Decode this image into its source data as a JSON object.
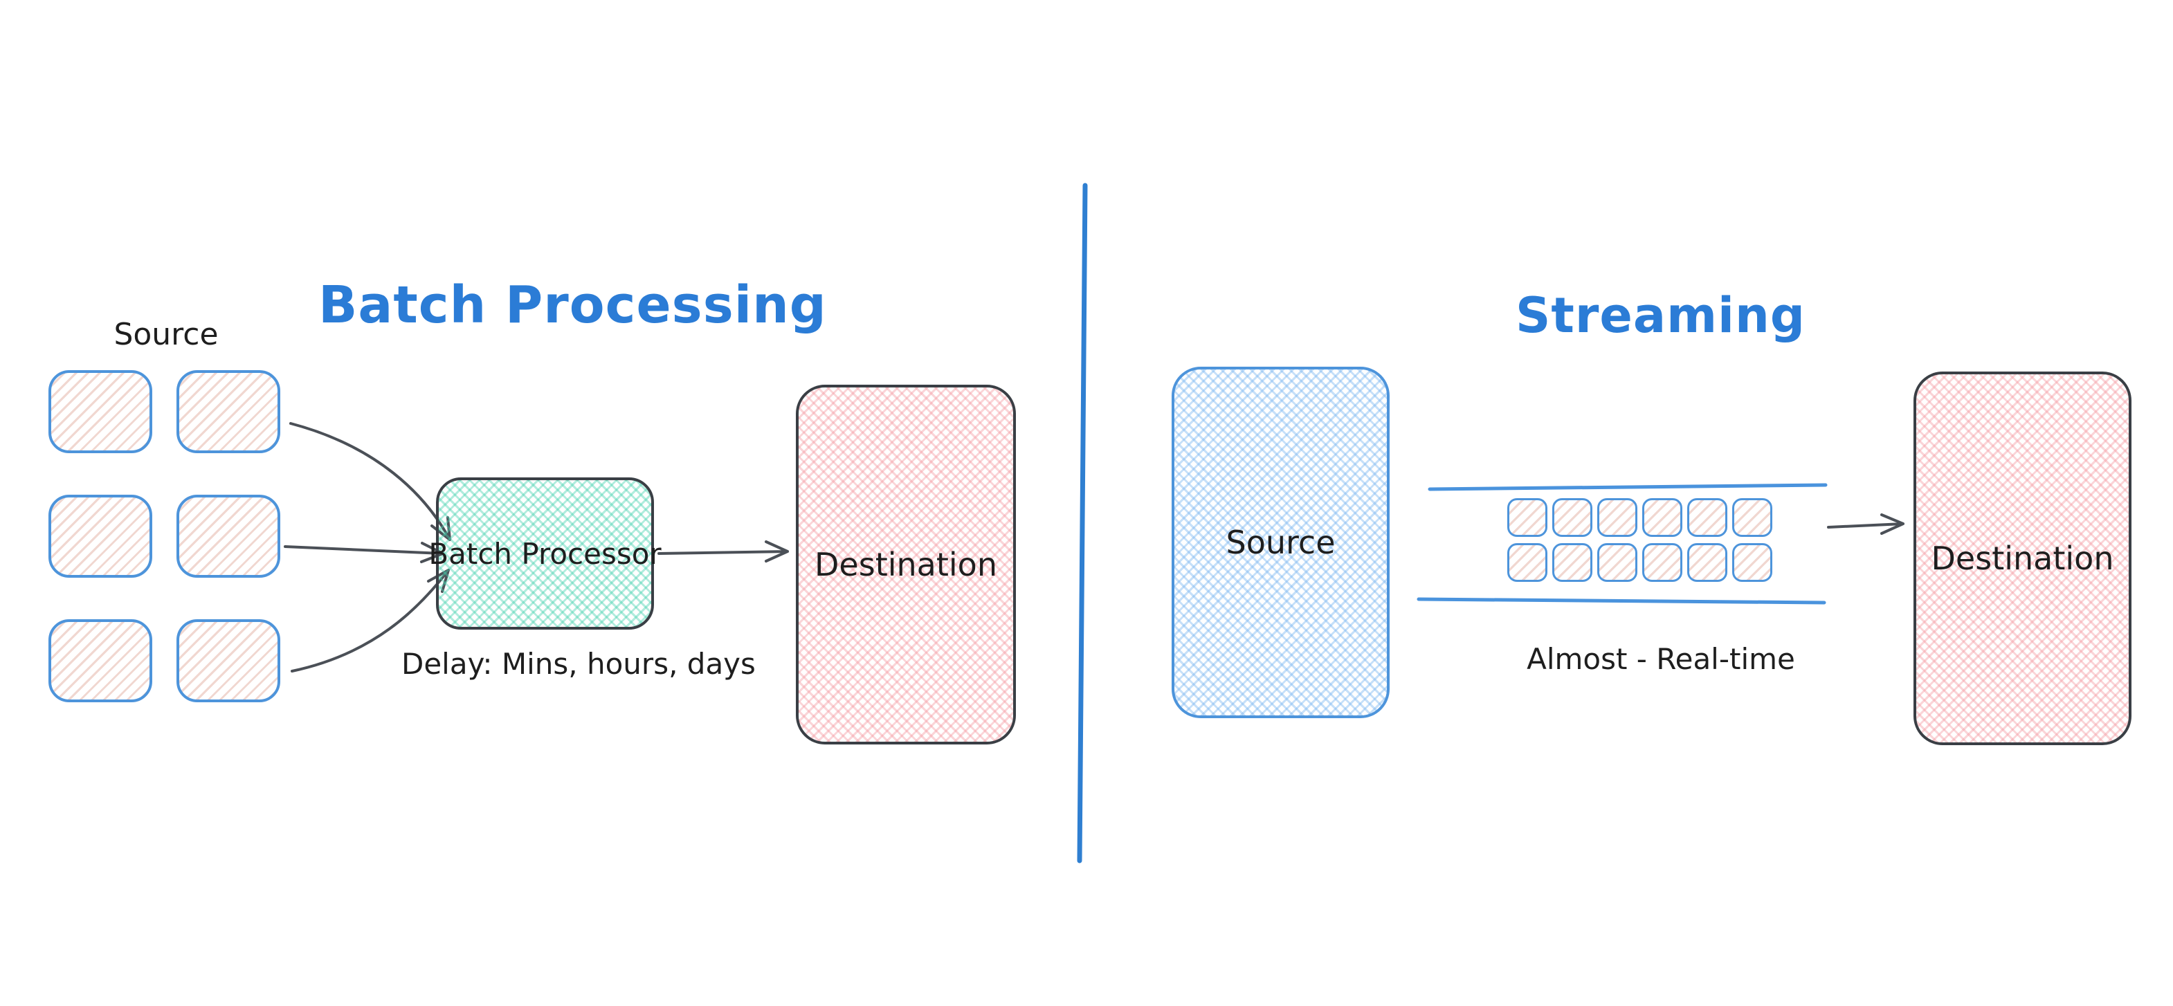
{
  "diagram": {
    "left": {
      "title": "Batch Processing",
      "source_label": "Source",
      "source_block_count": 6,
      "processor_label": "Batch Processor",
      "delay_note": "Delay: Mins, hours, days",
      "destination_label": "Destination"
    },
    "right": {
      "title": "Streaming",
      "source_label": "Source",
      "stream_block_count": 12,
      "latency_note": "Almost - Real-time",
      "destination_label": "Destination"
    }
  },
  "colors": {
    "title_blue": "#2b7cd6",
    "divider_blue": "#2f7fd1",
    "stream_line_blue": "#4a93dd",
    "block_border_blue": "#4d94db",
    "box_border_dark": "#3a3f45",
    "arrow_gray": "#4b5057",
    "text_dark": "#1e1e1e",
    "pink_fill_tint": "#f4969e",
    "teal_fill_tint": "#46d2af",
    "blue_fill_tint": "#78b4f0"
  }
}
